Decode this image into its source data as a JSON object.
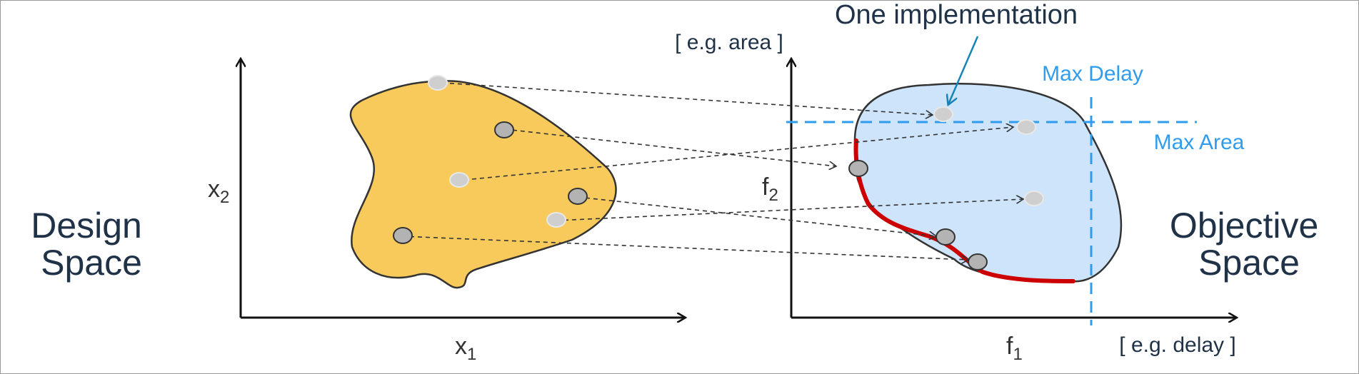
{
  "design_space": {
    "line1": "Design",
    "line2": "Space"
  },
  "objective_space": {
    "line1": "Objective",
    "line2": "Space"
  },
  "design_axes": {
    "x_var": "x",
    "x_sub": "1",
    "y_var": "x",
    "y_sub": "2"
  },
  "objective_axes": {
    "x_var": "f",
    "x_sub": "1",
    "y_var": "f",
    "y_sub": "2",
    "x_unit": "[ e.g. delay ]",
    "y_unit": "[ e.g. area ]"
  },
  "constraints": {
    "max_delay": "Max Delay",
    "max_area": "Max Area"
  },
  "callout": "One implementation",
  "colors": {
    "design_region": "#f8ca5c",
    "objective_region": "#cde4fb",
    "pareto_front": "#cc0000",
    "constraint": "#2f9cee",
    "text": "#1f3247"
  }
}
